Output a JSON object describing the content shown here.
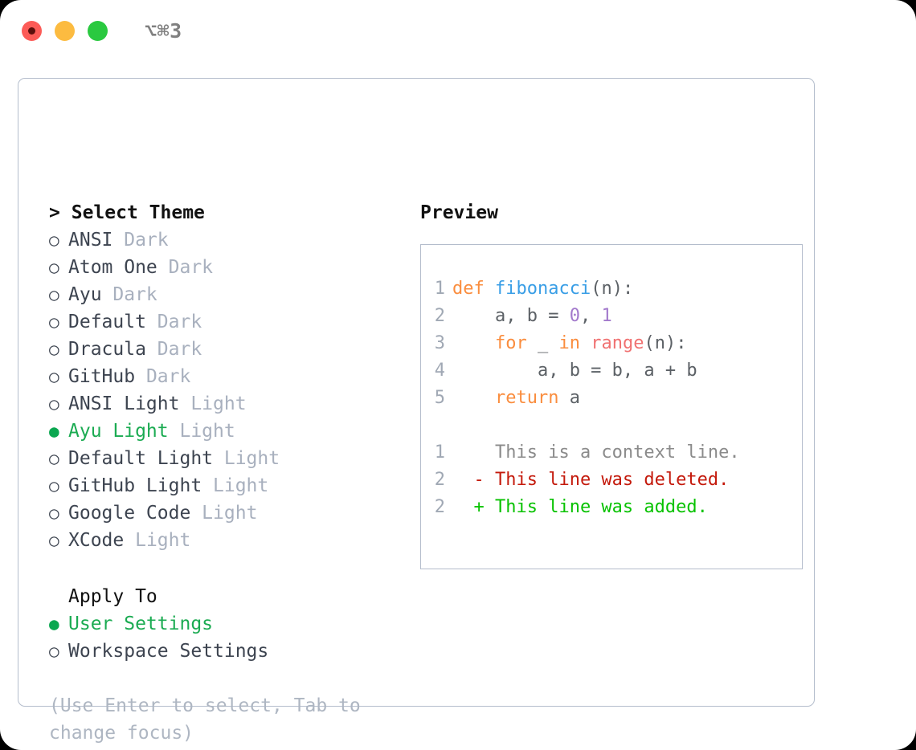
{
  "titlebar": {
    "title": "⌥⌘3",
    "lights": [
      "close",
      "minimize",
      "zoom"
    ]
  },
  "colors": {
    "accent_green": "#1bab52",
    "muted": "#a8b0be",
    "border": "#b4bdcc",
    "keyword": "#fa8d3e",
    "function": "#399ee6",
    "constant": "#a37acc",
    "builtin": "#f07171",
    "text": "#5c6166",
    "diff_delete": "#c41a0c",
    "diff_add": "#07c200",
    "diff_context": "#8b8b8b"
  },
  "theme_section": {
    "caret": ">",
    "header": "Select Theme",
    "bullet_unselected": "○",
    "bullet_selected": "●",
    "items": [
      {
        "name": "ANSI",
        "suffix": "Dark",
        "selected": false
      },
      {
        "name": "Atom One",
        "suffix": "Dark",
        "selected": false
      },
      {
        "name": "Ayu",
        "suffix": "Dark",
        "selected": false
      },
      {
        "name": "Default",
        "suffix": "Dark",
        "selected": false
      },
      {
        "name": "Dracula",
        "suffix": "Dark",
        "selected": false
      },
      {
        "name": "GitHub",
        "suffix": "Dark",
        "selected": false
      },
      {
        "name": "ANSI Light",
        "suffix": "Light",
        "selected": false
      },
      {
        "name": "Ayu Light",
        "suffix": "Light",
        "selected": true
      },
      {
        "name": "Default Light",
        "suffix": "Light",
        "selected": false
      },
      {
        "name": "GitHub Light",
        "suffix": "Light",
        "selected": false
      },
      {
        "name": "Google Code",
        "suffix": "Light",
        "selected": false
      },
      {
        "name": "XCode",
        "suffix": "Light",
        "selected": false
      }
    ]
  },
  "apply_to_section": {
    "header": "Apply To",
    "items": [
      {
        "name": "User Settings",
        "selected": true
      },
      {
        "name": "Workspace Settings",
        "selected": false
      }
    ]
  },
  "hint": "(Use Enter to select, Tab to change focus)",
  "preview": {
    "title": "Preview",
    "code_lines": [
      {
        "number": "1",
        "tokens": [
          {
            "text": "def",
            "type": "kw"
          },
          {
            "text": " ",
            "type": "punct"
          },
          {
            "text": "fibonacci",
            "type": "fn"
          },
          {
            "text": "(n):",
            "type": "punct"
          }
        ]
      },
      {
        "number": "2",
        "tokens": [
          {
            "text": "    a, b = ",
            "type": "var"
          },
          {
            "text": "0",
            "type": "num"
          },
          {
            "text": ", ",
            "type": "var"
          },
          {
            "text": "1",
            "type": "num"
          }
        ]
      },
      {
        "number": "3",
        "tokens": [
          {
            "text": "    ",
            "type": "var"
          },
          {
            "text": "for",
            "type": "kw"
          },
          {
            "text": " _ ",
            "type": "var"
          },
          {
            "text": "in",
            "type": "kw"
          },
          {
            "text": " ",
            "type": "var"
          },
          {
            "text": "range",
            "type": "builtin"
          },
          {
            "text": "(n):",
            "type": "punct"
          }
        ]
      },
      {
        "number": "4",
        "tokens": [
          {
            "text": "        a, b = b, a + b",
            "type": "var"
          }
        ]
      },
      {
        "number": "5",
        "tokens": [
          {
            "text": "    ",
            "type": "var"
          },
          {
            "text": "return",
            "type": "kw"
          },
          {
            "text": " a",
            "type": "var"
          }
        ]
      }
    ],
    "diff_lines": [
      {
        "number": "1",
        "marker": " ",
        "text": "This is a context line.",
        "kind": "ctx"
      },
      {
        "number": "2",
        "marker": "-",
        "text": "This line was deleted.",
        "kind": "del"
      },
      {
        "number": "2",
        "marker": "+",
        "text": "This line was added.",
        "kind": "add"
      }
    ]
  }
}
